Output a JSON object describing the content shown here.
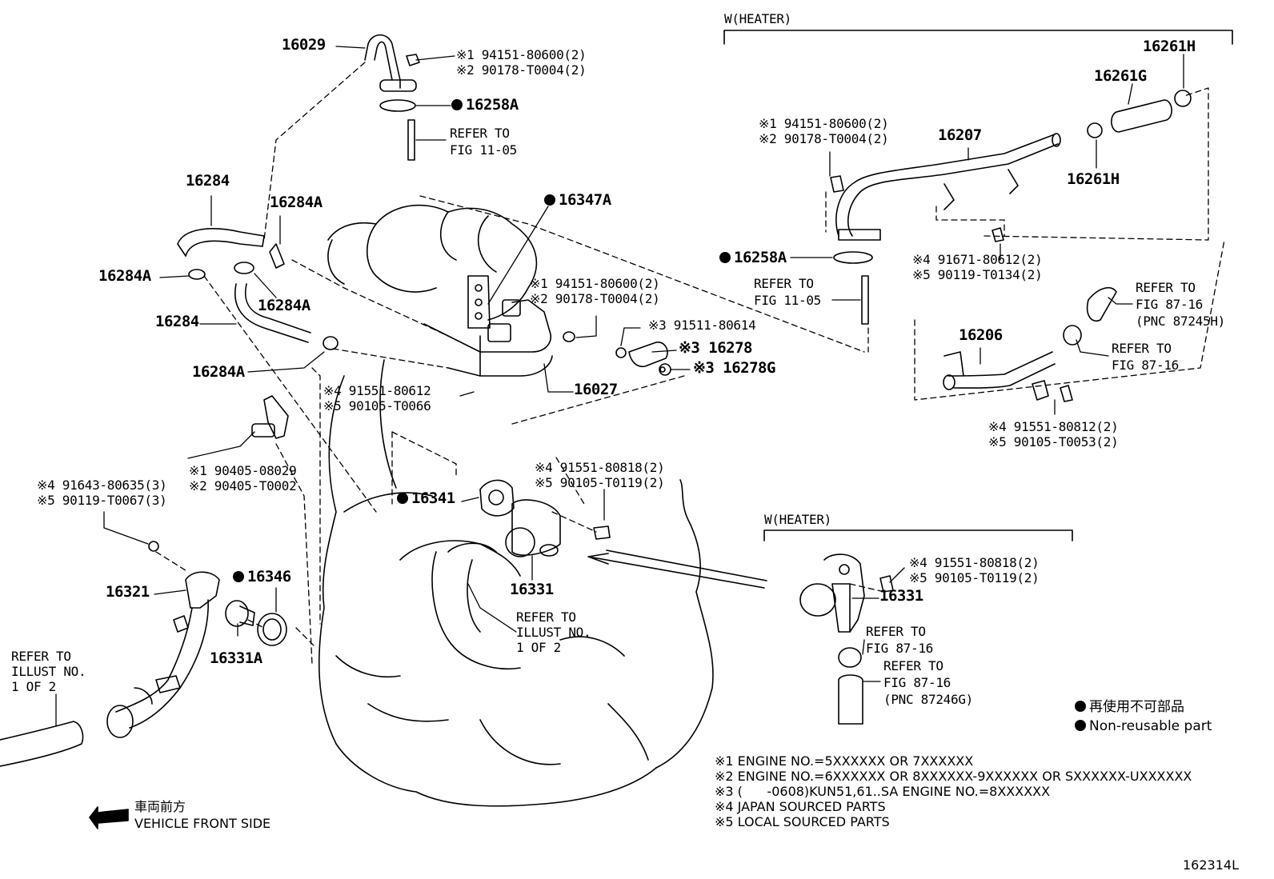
{
  "parts": {
    "p16029": "16029",
    "p16029_note1": "※1 94151-80600(2)",
    "p16029_note2": "※2 90178-T0004(2)",
    "p16258A_top": "16258A",
    "refer_fig1105_top": "REFER TO\nFIG 11-05",
    "p16284_top": "16284",
    "p16284A_a": "16284A",
    "p16284A_b": "16284A",
    "p16284A_c": "16284A",
    "p16284_mid": "16284",
    "p16284A_d": "16284A",
    "p16347A": "16347A",
    "p16027_note1": "※1 94151-80600(2)",
    "p16027_note2": "※2 90178-T0004(2)",
    "p16027": "16027",
    "p16278_note": "※3 91511-80614",
    "p16278": "※3 16278",
    "p16278G": "※3 16278G",
    "bolt_note1": "※4 91551-80612",
    "bolt_note2": "※5 90105-T0066",
    "hose_note1": "※1 90405-08029",
    "hose_note2": "※2 90405-T0002",
    "p16341": "16341",
    "p16331_bolt1": "※4 91551-80818(2)",
    "p16331_bolt2": "※5 90105-T0119(2)",
    "p16331": "16331",
    "refer_illust_mid": "REFER TO\nILLUST NO.\n1 OF 2",
    "p16321_bolt1": "※4 91643-80635(3)",
    "p16321_bolt2": "※5 90119-T0067(3)",
    "p16321": "16321",
    "p16346": "16346",
    "p16331A": "16331A",
    "refer_illust_left": "REFER TO\nILLUST NO.\n1 OF 2",
    "vehicle_front_jp": "車両前方",
    "vehicle_front_en": "VEHICLE FRONT SIDE"
  },
  "heater_top": {
    "title": "W(HEATER)",
    "p16261H_a": "16261H",
    "p16261G": "16261G",
    "p16261H_b": "16261H",
    "p16207": "16207",
    "note1": "※1 94151-80600(2)",
    "note2": "※2 90178-T0004(2)",
    "p16258A": "16258A",
    "refer_fig1105": "REFER TO\nFIG 11-05",
    "bolt1": "※4 91671-80612(2)",
    "bolt2": "※5 90119-T0134(2)",
    "p16206": "16206",
    "refer_8716_pnc": "REFER TO\nFIG 87-16\n(PNC 87245H)",
    "refer_8716": "REFER TO\nFIG 87-16",
    "bolt3": "※4 91551-80812(2)",
    "bolt4": "※5 90105-T0053(2)"
  },
  "heater_bottom": {
    "title": "W(HEATER)",
    "bolt1": "※4 91551-80818(2)",
    "bolt2": "※5 90105-T0119(2)",
    "p16331": "16331",
    "refer_8716": "REFER TO\nFIG 87-16",
    "refer_8716_pnc": "REFER TO\nFIG 87-16\n(PNC 87246G)"
  },
  "legend": {
    "jp": "再使用不可部品",
    "en": "Non-reusable part"
  },
  "footnotes": [
    "※1 ENGINE NO.=5XXXXXX OR 7XXXXXX",
    "※2 ENGINE NO.=6XXXXXX OR 8XXXXXX-9XXXXXX OR SXXXXXX-UXXXXXX",
    "※3 (      -0608)KUN51,61..SA ENGINE NO.=8XXXXXX",
    "※4 JAPAN SOURCED PARTS",
    "※5 LOCAL SOURCED PARTS"
  ],
  "figure_id": "162314L"
}
